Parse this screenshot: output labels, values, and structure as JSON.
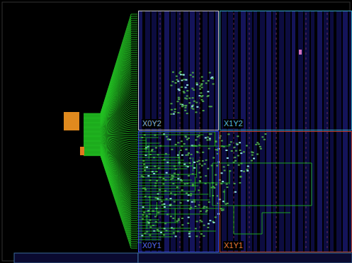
{
  "diagram": {
    "nodes": [
      {
        "text": [
          "X0Y2"
        ]
      },
      {
        "text": [
          "X1Y2"
        ]
      },
      {
        "text": [
          "X0Y1"
        ]
      },
      {
        "text": [
          "X1Y1"
        ]
      }
    ]
  }
}
